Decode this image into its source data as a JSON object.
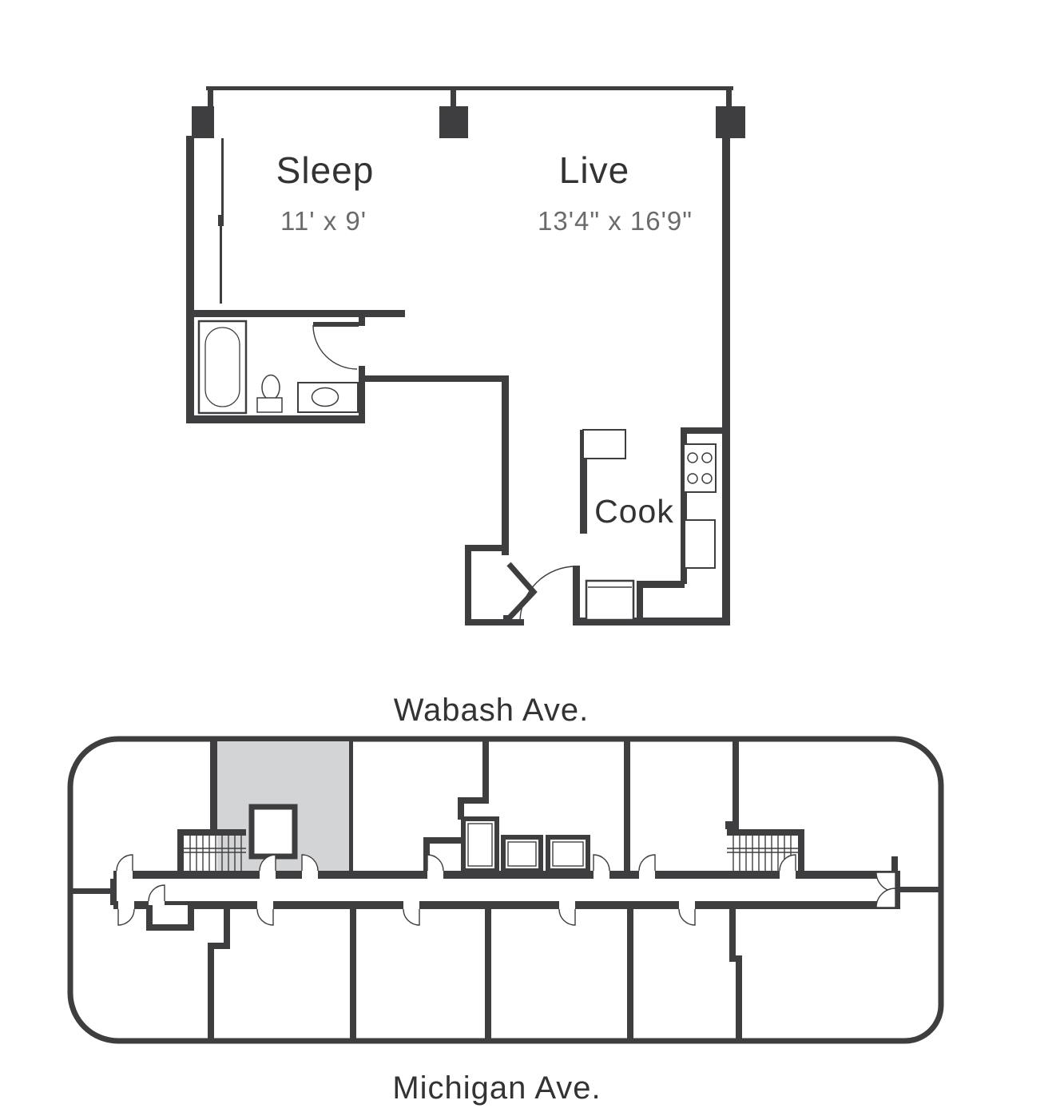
{
  "colors": {
    "wall": "#3e3e40",
    "highlight": "#d3d4d6",
    "label_text": "#333335",
    "dim_text": "#6b6b6b",
    "background": "#ffffff"
  },
  "unit_plan": {
    "rooms": [
      {
        "name": "Sleep",
        "dimensions": "11' x 9'"
      },
      {
        "name": "Live",
        "dimensions": "13'4\" x 16'9\""
      },
      {
        "name": "Cook"
      }
    ],
    "fixture_icons": [
      "bathtub-icon",
      "toilet-icon",
      "sink-icon",
      "stove-icon",
      "kitchen-counter-icon",
      "refrigerator-icon",
      "closet-bifold-icon",
      "entry-door-icon",
      "bathroom-door-icon",
      "structural-column-icon"
    ]
  },
  "key_plan": {
    "streets": {
      "top": "Wabash Ave.",
      "bottom": "Michigan Ave."
    },
    "feature_icons": [
      "stairs-icon",
      "elevator-icon",
      "corridor-door-icon",
      "highlighted-unit"
    ]
  }
}
